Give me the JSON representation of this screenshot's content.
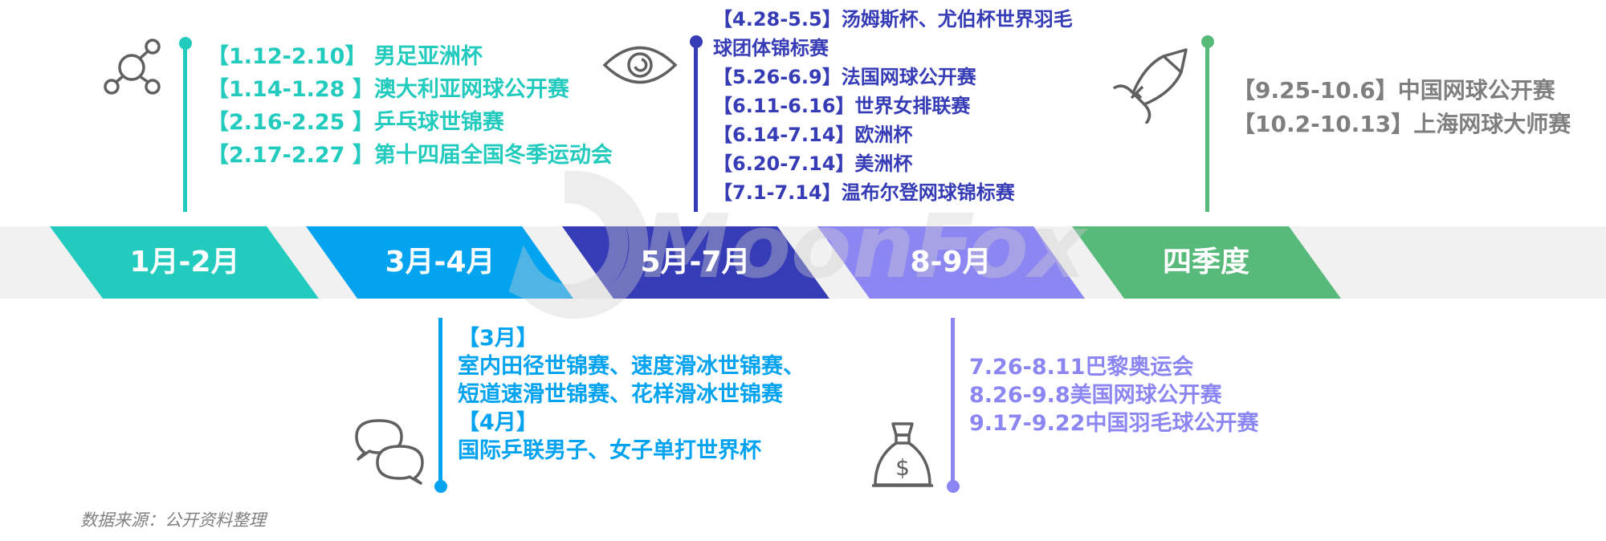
{
  "timeline": {
    "segments": [
      {
        "label": "1月-2月",
        "color": "#22cbbd"
      },
      {
        "label": "3月-4月",
        "color": "#03a3f0"
      },
      {
        "label": "5月-7月",
        "color": "#363bb6"
      },
      {
        "label": "8-9月",
        "color": "#8c86f3"
      },
      {
        "label": "四季度",
        "color": "#57b97a"
      }
    ]
  },
  "events": {
    "jan_feb": {
      "icon": "network-icon",
      "color": "#22cbbd",
      "lines": [
        "【1.12-2.10】 男足亚洲杯",
        "【1.14-1.28 】澳大利亚网球公开赛",
        "【2.16-2.25 】乒乓球世锦赛",
        "【2.17-2.27 】第十四届全国冬季运动会"
      ]
    },
    "mar_apr": {
      "icon": "chat-bubbles-icon",
      "color": "#03a3f0",
      "lines": [
        "【3月】",
        "室内田径世锦赛、速度滑冰世锦赛、",
        "短道速滑世锦赛、花样滑冰世锦赛",
        "【4月】",
        "国际乒联男子、女子单打世界杯"
      ]
    },
    "may_jul": {
      "icon": "eye-icon",
      "color": "#363bb6",
      "lines": [
        "【4.28-5.5】汤姆斯杯、尤伯杯世界羽毛",
        "球团体锦标赛",
        "【5.26-6.9】法国网球公开赛",
        "【6.11-6.16】世界女排联赛",
        "【6.14-7.14】欧洲杯",
        "【6.20-7.14】美洲杯",
        "【7.1-7.14】温布尔登网球锦标赛"
      ]
    },
    "aug_sep": {
      "icon": "money-bag-icon",
      "color": "#8c86f3",
      "lines": [
        "7.26-8.11巴黎奥运会",
        "8.26-9.8美国网球公开赛",
        "9.17-9.22中国羽毛球公开赛"
      ]
    },
    "q4": {
      "icon": "rocket-icon",
      "color": "#57b97a",
      "text_color": "#7f7f7f",
      "lines": [
        "【9.25-10.6】中国网球公开赛",
        "【10.2-10.13】上海网球大师赛"
      ]
    }
  },
  "watermark": "MoonFox",
  "source": "数据来源：公开资料整理"
}
